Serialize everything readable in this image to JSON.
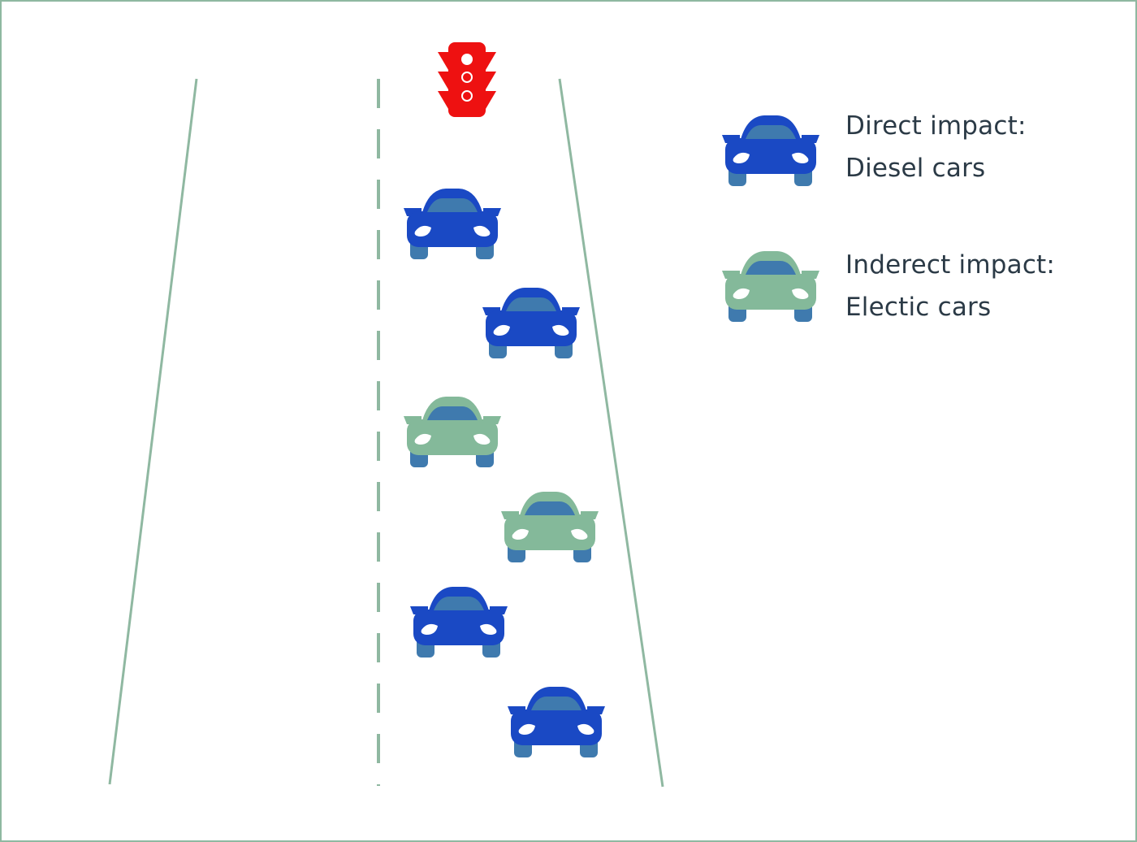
{
  "colors": {
    "diesel_car": "#1a49c4",
    "electric_car": "#84b99a",
    "car_window_and_wheels": "#3f7aae",
    "traffic_light": "#ee1111",
    "road_lines": "#8fb8a1",
    "text": "#2b3a46"
  },
  "icons": {
    "traffic_light": "traffic-light-icon",
    "car": "car-front-icon"
  },
  "lane": [
    {
      "type": "diesel"
    },
    {
      "type": "diesel"
    },
    {
      "type": "electric"
    },
    {
      "type": "electric"
    },
    {
      "type": "diesel"
    },
    {
      "type": "diesel"
    }
  ],
  "legend": {
    "diesel": {
      "line1": "Direct impact:",
      "line2": "Diesel cars"
    },
    "electric": {
      "line1": "Inderect impact:",
      "line2": "Electic cars"
    }
  }
}
